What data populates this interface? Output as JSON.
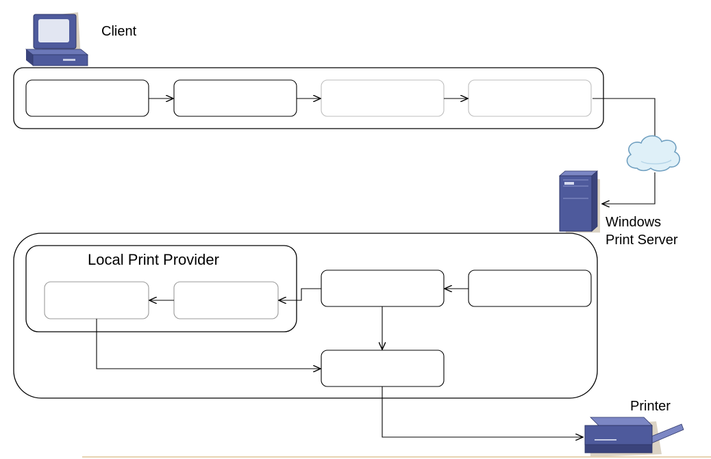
{
  "labels": {
    "client": "Client",
    "windows_print_server": [
      "Windows",
      "Print Server"
    ],
    "local_print_provider": "Local Print Provider",
    "printer": "Printer"
  },
  "colors": {
    "stroke": "#000000",
    "device_blue": "#4e5a9c",
    "device_blue_dark": "#3a437b",
    "device_shadow": "#b8a88a",
    "cloud_fill": "#dff0f8",
    "cloud_stroke": "#6f9fc0",
    "footer_line": "#e6d2b0"
  },
  "icons": {
    "client": "computer-icon",
    "server": "server-tower-icon",
    "network": "cloud-icon",
    "printer": "printer-icon"
  }
}
